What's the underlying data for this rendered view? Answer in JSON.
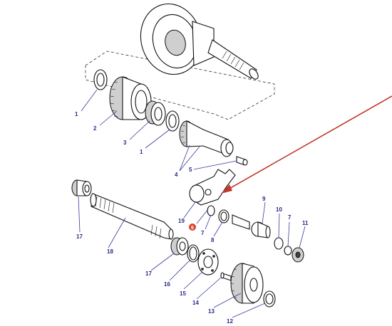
{
  "callouts": {
    "c1a": "1",
    "c2": "2",
    "c3": "3",
    "c1b": "1",
    "c4": "4",
    "c5": "5",
    "c19": "19",
    "c6": "6",
    "c7a": "7",
    "c8": "8",
    "c9": "9",
    "c10": "10",
    "c7b": "7",
    "c11": "11",
    "c17a": "17",
    "c18": "18",
    "c17b": "17",
    "c16": "16",
    "c15": "15",
    "c14": "14",
    "c13": "13",
    "c12": "12"
  },
  "colors": {
    "label_text": "#2a2a8c",
    "highlight_badge": "#d9442b",
    "pointer_arrow": "#c0392b"
  }
}
